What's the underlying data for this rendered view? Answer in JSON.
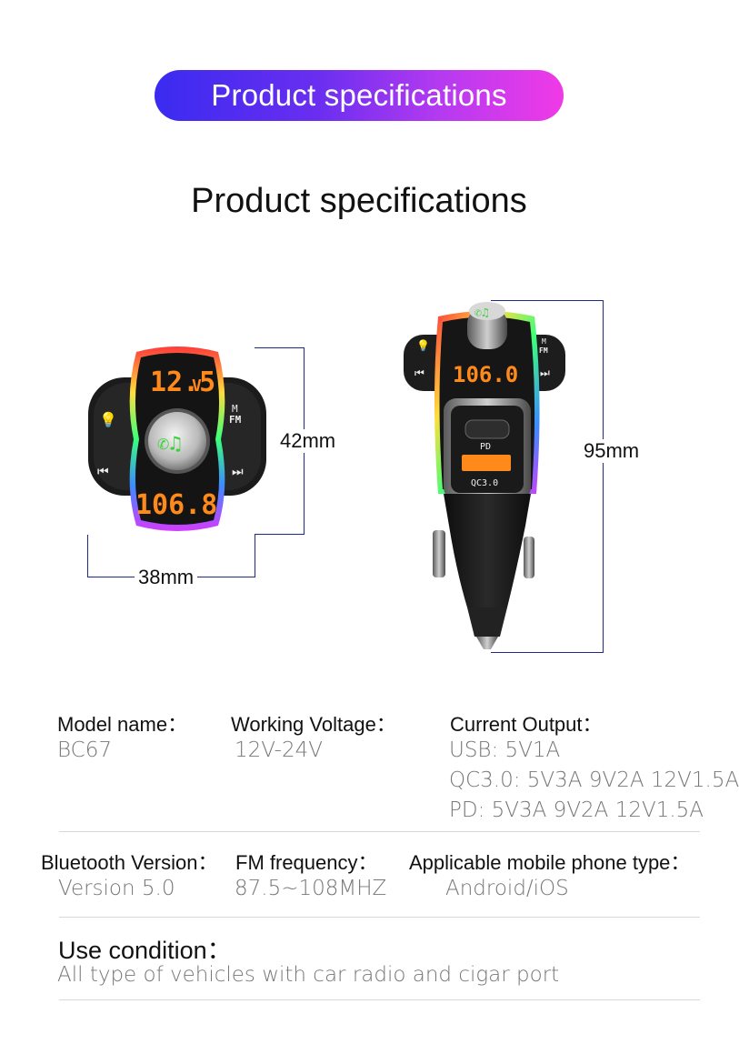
{
  "banner": {
    "text": "Product specifications"
  },
  "title": "Product specifications",
  "device_front": {
    "display_top": "12.5",
    "display_top_unit": "V",
    "display_bottom": "106.8",
    "mode_label_top": "M",
    "mode_label_bottom": "FM"
  },
  "device_side": {
    "display": "106.0",
    "mode_label_top": "M",
    "mode_label_bottom": "FM",
    "port_pd": "PD",
    "port_qc": "QC3.0"
  },
  "dimensions": {
    "height_front": "42mm",
    "width_front": "38mm",
    "height_side": "95mm"
  },
  "specs": {
    "model_label": "Model name：",
    "model_value": "BC67",
    "voltage_label": "Working Voltage：",
    "voltage_value": "12V-24V",
    "output_label": "Current Output：",
    "output_lines": [
      "USB: 5V1A",
      "QC3.0: 5V3A 9V2A 12V1.5A",
      "PD: 5V3A 9V2A 12V1.5A"
    ],
    "bt_label": "Bluetooth Version：",
    "bt_value": "Version 5.0",
    "fm_label": "FM frequency：",
    "fm_value": "87.5~108MHZ",
    "phone_label": "Applicable mobile phone type：",
    "phone_value": "Android/iOS",
    "use_label": "Use condition：",
    "use_value": "All type of vehicles with car radio and cigar port"
  },
  "colors": {
    "banner_start": "#3a2bf0",
    "banner_end": "#f03ae6",
    "dimension_line": "#1f2a8a",
    "led": "#ff8a1a",
    "icon_green": "#3ad13a"
  }
}
